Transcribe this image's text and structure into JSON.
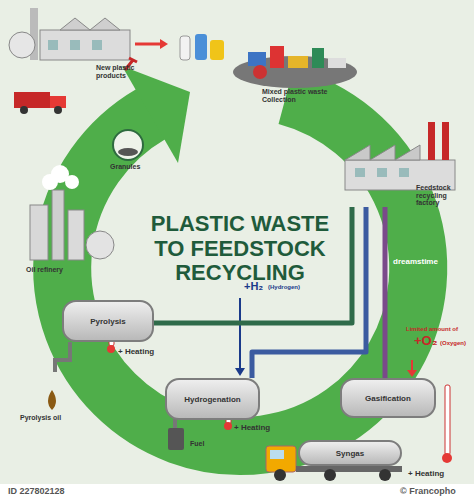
{
  "diagram": {
    "title": "PLASTIC WASTE TO FEEDSTOCK RECYCLING",
    "nodes": [
      {
        "text": [
          "Feedstock recycling factory"
        ]
      },
      {
        "text": [
          "Pyrolysis"
        ]
      },
      {
        "text": [
          "Hydrogenation"
        ]
      },
      {
        "text": [
          "Gasification"
        ]
      },
      {
        "text": [
          "Syngas"
        ]
      }
    ],
    "edges": [
      {
        "from": 0,
        "to": 1,
        "arrow": "none"
      },
      {
        "from": 0,
        "to": 2,
        "arrow": "none"
      },
      {
        "from": 0,
        "to": 3,
        "arrow": "none"
      }
    ],
    "labels": [
      "New plastic products",
      "Mixed plastic waste Collection",
      "Granules",
      "Oil refinery",
      "+ Heating",
      "Pyrolysis oil",
      "+H₂",
      "(Hydrogen)",
      "+ Heating",
      "Fuel",
      "Limited amount of",
      "+O₂",
      "(Oxygen)",
      "+ Heating",
      "ID 227802128",
      "© Francopho",
      "dreamstime"
    ]
  }
}
